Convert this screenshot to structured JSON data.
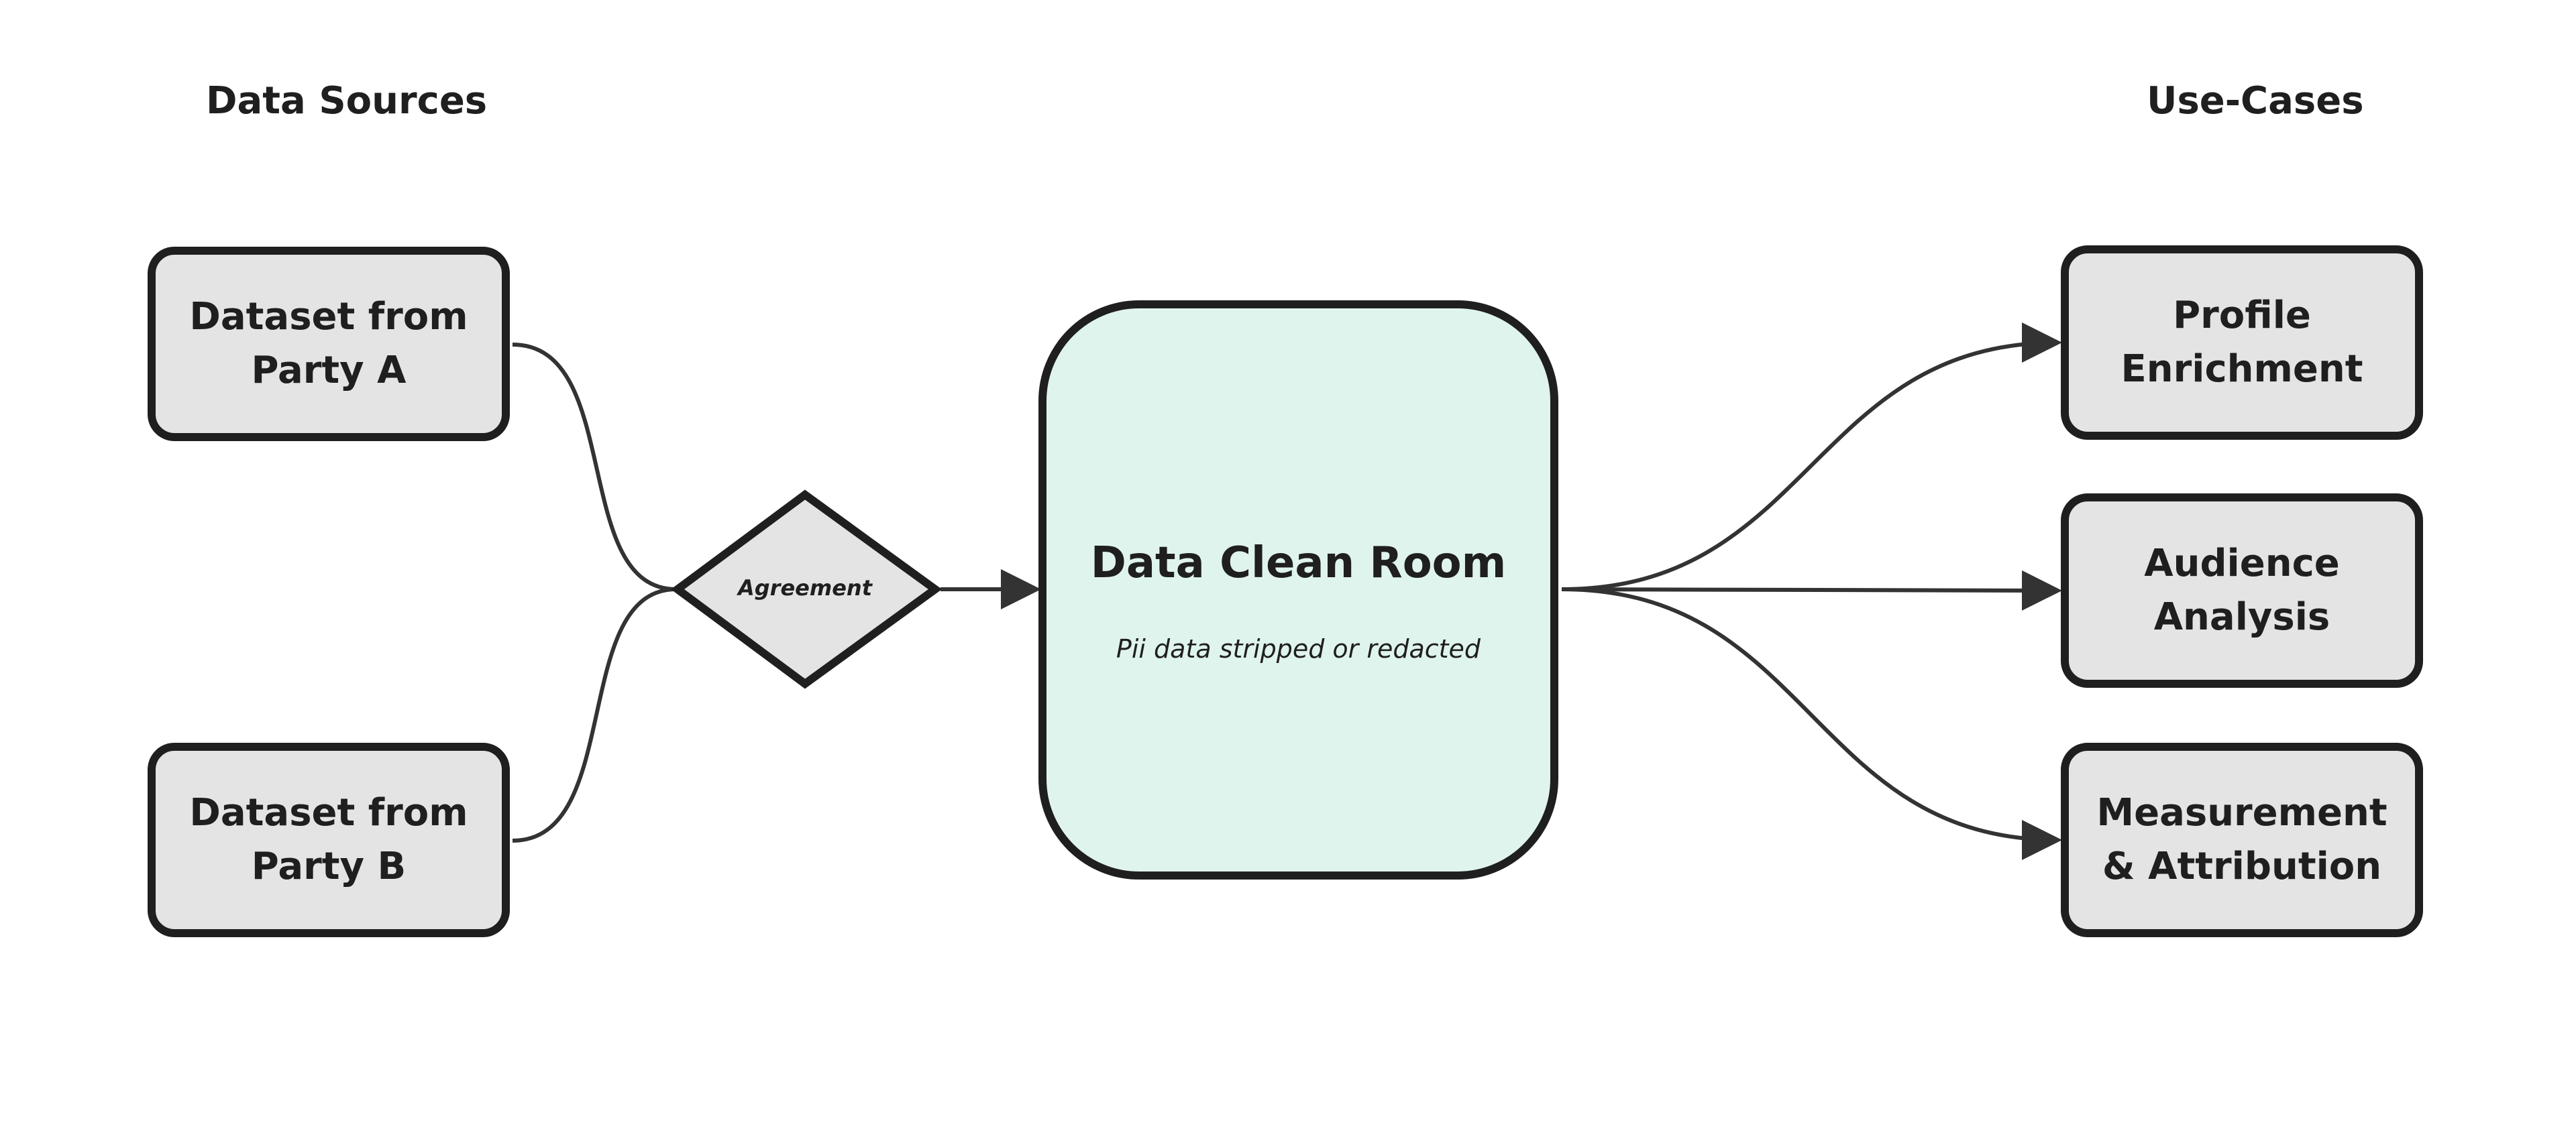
{
  "headings": {
    "data_sources": "Data Sources",
    "use_cases": "Use-Cases"
  },
  "sources": [
    {
      "label": "Dataset from\nParty A"
    },
    {
      "label": "Dataset from\nParty B"
    }
  ],
  "agreement": {
    "label": "Agreement"
  },
  "clean_room": {
    "title": "Data Clean Room",
    "subtitle": "Pii data stripped or redacted"
  },
  "use_cases": [
    {
      "label": "Profile\nEnrichment"
    },
    {
      "label": "Audience\nAnalysis"
    },
    {
      "label": "Measurement\n& Attribution"
    }
  ],
  "colors": {
    "node_fill": "#e4e4e4",
    "clean_room_fill": "#e0f4ee",
    "stroke": "#1f1f1f",
    "connector": "#333333"
  }
}
